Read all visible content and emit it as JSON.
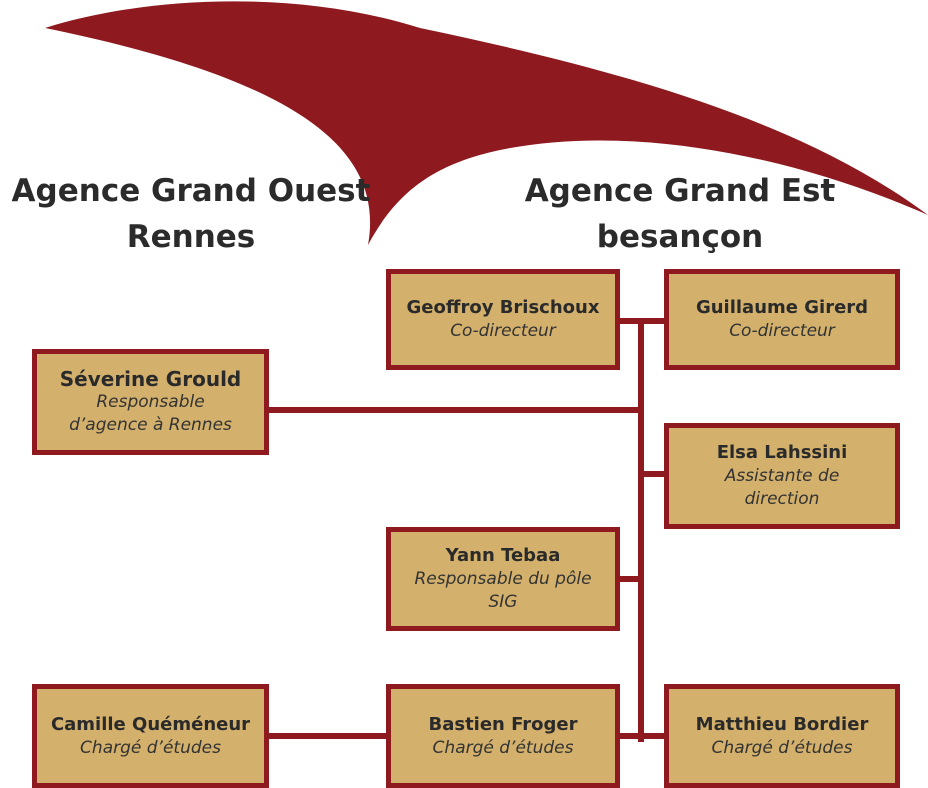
{
  "colors": {
    "accent": "#8e1a1f",
    "box_fill": "#d3b06c",
    "text": "#2b2b2b"
  },
  "agencies": {
    "west": {
      "title": "Agence Grand Ouest",
      "city": "Rennes"
    },
    "east": {
      "title": "Agence Grand Est",
      "city": "besançon"
    }
  },
  "people": {
    "geoffroy": {
      "name": "Geoffroy Brischoux",
      "role": "Co-directeur"
    },
    "guillaume": {
      "name": "Guillaume Girerd",
      "role": "Co-directeur"
    },
    "severine": {
      "name": "Séverine Grould",
      "role_line1": "Responsable",
      "role_line2": "d’agence à Rennes"
    },
    "elsa": {
      "name": "Elsa Lahssini",
      "role_line1": "Assistante de",
      "role_line2": "direction"
    },
    "yann": {
      "name": "Yann Tebaa",
      "role_line1": "Responsable du pôle",
      "role_line2": "SIG"
    },
    "camille": {
      "name": "Camille Quéméneur",
      "role": "Chargé d’études"
    },
    "bastien": {
      "name": "Bastien Froger",
      "role": "Chargé d’études"
    },
    "matthieu": {
      "name": "Matthieu Bordier",
      "role": "Chargé d’études"
    }
  }
}
